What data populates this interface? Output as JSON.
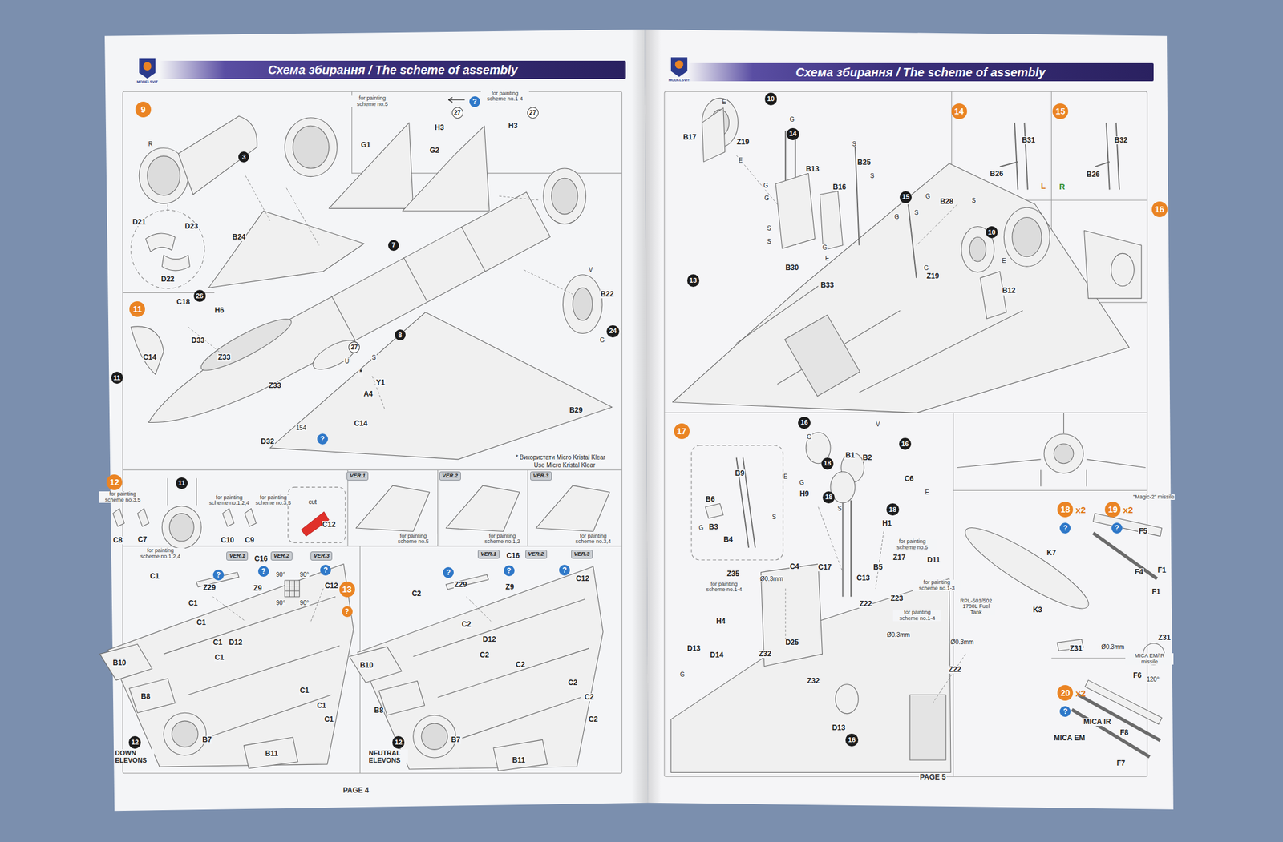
{
  "diagram": {
    "nodes": [
      {
        "text": [
          "Схема збирання / The scheme of assembly"
        ]
      },
      {
        "text": [
          "Схема збирання / The scheme of assembly"
        ]
      },
      {
        "text": [
          "9"
        ]
      },
      {
        "text": [
          "11"
        ]
      },
      {
        "text": [
          "12"
        ]
      },
      {
        "text": [
          "13"
        ]
      },
      {
        "text": [
          "14"
        ]
      },
      {
        "text": [
          "15"
        ]
      },
      {
        "text": [
          "16"
        ]
      },
      {
        "text": [
          "17"
        ]
      },
      {
        "text": [
          "18",
          "x2"
        ]
      },
      {
        "text": [
          "19",
          "x2"
        ]
      },
      {
        "text": [
          "20",
          "x2"
        ]
      },
      {
        "text": [
          "3"
        ]
      },
      {
        "text": [
          "7"
        ]
      },
      {
        "text": [
          "8"
        ]
      },
      {
        "text": [
          "11"
        ]
      },
      {
        "text": [
          "11"
        ]
      },
      {
        "text": [
          "12"
        ]
      },
      {
        "text": [
          "12"
        ]
      },
      {
        "text": [
          "10"
        ]
      },
      {
        "text": [
          "14"
        ]
      },
      {
        "text": [
          "15"
        ]
      },
      {
        "text": [
          "10"
        ]
      },
      {
        "text": [
          "13"
        ]
      },
      {
        "text": [
          "16"
        ]
      },
      {
        "text": [
          "16"
        ]
      },
      {
        "text": [
          "18"
        ]
      },
      {
        "text": [
          "18"
        ]
      },
      {
        "text": [
          "18"
        ]
      },
      {
        "text": [
          "16"
        ]
      },
      {
        "text": [
          "24"
        ]
      },
      {
        "text": [
          "26"
        ]
      },
      {
        "text": [
          "27"
        ]
      },
      {
        "text": [
          "27"
        ]
      },
      {
        "text": [
          "27"
        ]
      },
      {
        "text": [
          "?"
        ]
      },
      {
        "text": [
          "?"
        ]
      },
      {
        "text": [
          "?"
        ]
      },
      {
        "text": [
          "?"
        ]
      },
      {
        "text": [
          "?"
        ]
      },
      {
        "text": [
          "?"
        ]
      },
      {
        "text": [
          "?"
        ]
      },
      {
        "text": [
          "?"
        ]
      },
      {
        "text": [
          "?"
        ]
      },
      {
        "text": [
          "?"
        ]
      },
      {
        "text": [
          "?"
        ]
      },
      {
        "text": [
          "?"
        ]
      },
      {
        "text": [
          "VER.1"
        ]
      },
      {
        "text": [
          "VER.2"
        ]
      },
      {
        "text": [
          "VER.3"
        ]
      },
      {
        "text": [
          "VER.1"
        ]
      },
      {
        "text": [
          "VER.2"
        ]
      },
      {
        "text": [
          "VER.3"
        ]
      },
      {
        "text": [
          "VER.1"
        ]
      },
      {
        "text": [
          "VER.2"
        ]
      },
      {
        "text": [
          "VER.3"
        ]
      }
    ],
    "labels": [
      "MODELSVIT",
      "R",
      "D21",
      "D23",
      "D22",
      "for painting scheme no.5",
      "G1",
      "G2",
      "H3",
      "for painting scheme no.1-4",
      "H3",
      "B24",
      "C14",
      "C18",
      "H6",
      "D33",
      "Z33",
      "Z33",
      "U",
      "S",
      "*",
      "Y1",
      "A4",
      "C14",
      "D32",
      "154",
      "V",
      "B22",
      "G",
      "B29",
      "* Використати Micro Kristal Klear",
      "Use Micro Kristal Klear",
      "for painting scheme no.3,5",
      "C8",
      "C7",
      "for painting scheme no.1,2,4",
      "for painting scheme no.1,2,4",
      "for painting scheme no.3,5",
      "C10",
      "C9",
      "cut",
      "C12",
      "for painting scheme no.5",
      "for painting scheme no.1,2",
      "for painting scheme no.3,4",
      "C16",
      "Z29",
      "Z9",
      "C12",
      "90°",
      "90°",
      "90°",
      "90°",
      "C1",
      "C1",
      "C1",
      "B10",
      "C1",
      "D12",
      "C1",
      "B8",
      "C1",
      "C1",
      "C1",
      "B7",
      "B11",
      "DOWN ELEVONS",
      "C16",
      "Z29",
      "Z9",
      "C12",
      "C2",
      "C2",
      "D12",
      "C2",
      "C2",
      "C2",
      "C2",
      "C2",
      "B10",
      "B8",
      "B7",
      "B11",
      "NEUTRAL ELEVONS",
      "PAGE 4",
      "MODELSVIT",
      "E",
      "B17",
      "G",
      "Z19",
      "E",
      "S",
      "B25",
      "S",
      "B13",
      "B16",
      "G",
      "G",
      "S",
      "S",
      "B30",
      "B33",
      "G",
      "E",
      "G",
      "B28",
      "S",
      "S",
      "G",
      "Z19",
      "E",
      "B12",
      "G",
      "B31",
      "B26",
      "L",
      "B32",
      "B26",
      "R",
      "B9",
      "B6",
      "B3",
      "B4",
      "G",
      "S",
      "G",
      "V",
      "B1",
      "B2",
      "G",
      "H9",
      "S",
      "E",
      "C6",
      "E",
      "H1",
      "for painting scheme no.5",
      "Z17",
      "B5",
      "C13",
      "D11",
      "for painting scheme no.1-3",
      "C4",
      "C17",
      "Z35",
      "for painting scheme no.1-4",
      "Ø0.3mm",
      "Z22",
      "Z23",
      "for painting scheme no.1-4",
      "Ø0.3mm",
      "H4",
      "D13",
      "D14",
      "G",
      "Z32",
      "D25",
      "Z32",
      "Ø0.3mm",
      "Z22",
      "D13",
      "\"Magic-2\" missile",
      "F5",
      "F4",
      "F1",
      "F1",
      "K7",
      "RPL-501/502 1700L Fuel Tank",
      "K3",
      "Z31",
      "Ø0.3mm",
      "Z31",
      "120°",
      "MICA EM/IR missile",
      "F6",
      "MICA IR",
      "F8",
      "MICA EM",
      "F7",
      "PAGE 5"
    ]
  }
}
